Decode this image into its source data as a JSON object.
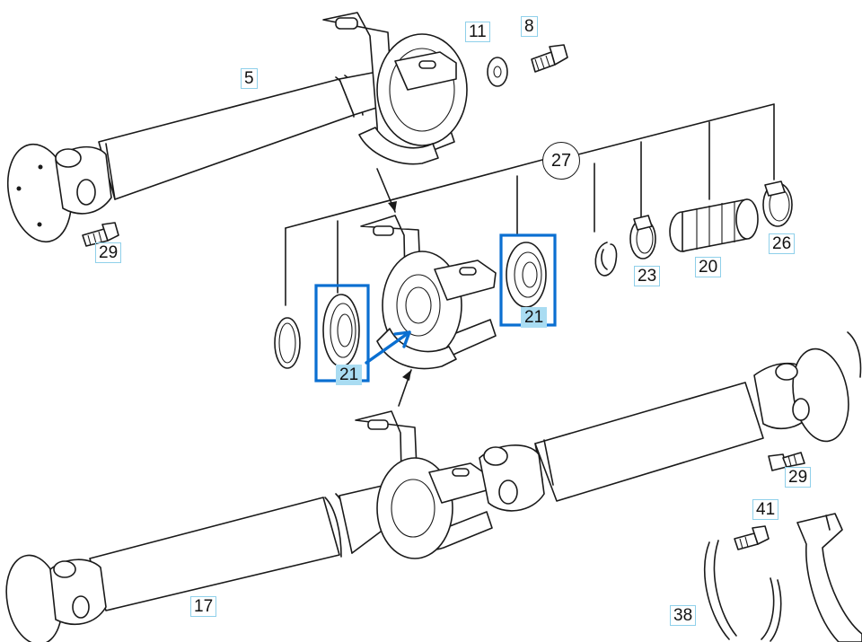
{
  "diagram": {
    "callouts": {
      "c5": "5",
      "c11": "11",
      "c8": "8",
      "c27": "27",
      "c29a": "29",
      "c21a": "21",
      "c21b": "21",
      "c23": "23",
      "c20": "20",
      "c26": "26",
      "c29b": "29",
      "c41": "41",
      "c17": "17",
      "c38": "38"
    },
    "highlight_color": "#0a6fd1",
    "label_highlight_color": "#a9dcf2"
  }
}
